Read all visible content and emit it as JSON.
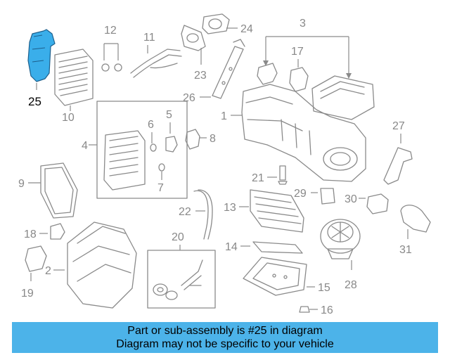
{
  "diagram": {
    "labels": {
      "l1": "1",
      "l2": "2",
      "l3": "3",
      "l4": "4",
      "l5": "5",
      "l6": "6",
      "l7": "7",
      "l8": "8",
      "l9": "9",
      "l10": "10",
      "l11": "11",
      "l12": "12",
      "l13": "13",
      "l14": "14",
      "l15": "15",
      "l16": "16",
      "l17": "17",
      "l18": "18",
      "l19": "19",
      "l20": "20",
      "l21": "21",
      "l22": "22",
      "l23": "23",
      "l24": "24",
      "l25": "25",
      "l26": "26",
      "l27": "27",
      "l28": "28",
      "l29": "29",
      "l30": "30",
      "l31": "31"
    },
    "highlight_color": "#3aaeea"
  },
  "footer": {
    "line1": "Part or sub-assembly is #25 in diagram",
    "line2": "Diagram may not be specific to your vehicle",
    "background": "#4cb3e9"
  }
}
